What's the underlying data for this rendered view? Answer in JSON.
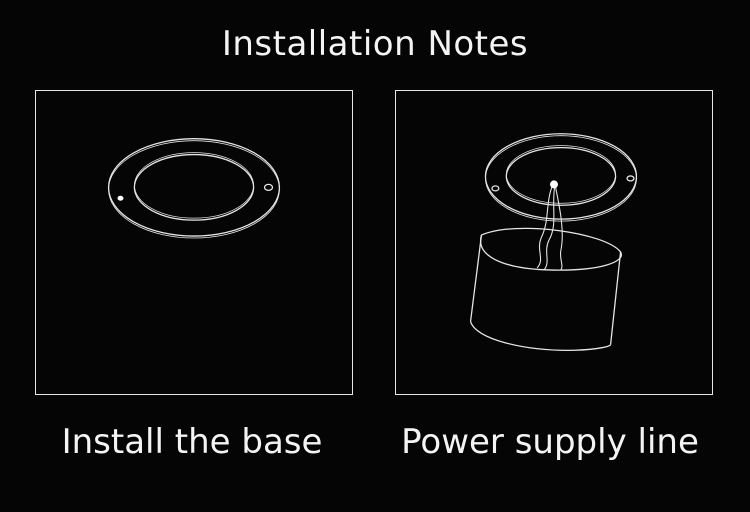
{
  "title": "Installation Notes",
  "panels": [
    {
      "caption": "Install the base"
    },
    {
      "caption": "Power supply line"
    }
  ],
  "colors": {
    "background": "#050505",
    "line": "#e6e6e6",
    "text": "#f4f4f4"
  }
}
